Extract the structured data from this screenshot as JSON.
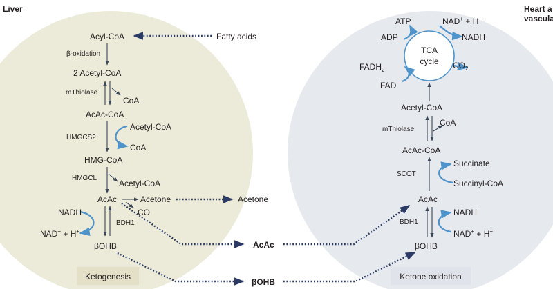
{
  "regions": {
    "liver": "Liver",
    "heart": "Heart a",
    "heart_line2": "vascula"
  },
  "boxes": {
    "ketogenesis": "Ketogenesis",
    "ketone_oxidation": "Ketone oxidation"
  },
  "liver": {
    "acyl_coa": "Acyl-CoA",
    "fatty_acids": "Fatty acids",
    "beta_oxidation": "β-oxidation",
    "acetyl_coa_2": "2 Acetyl-CoA",
    "mthiolase": "mThiolase",
    "coa_1": "CoA",
    "acac_coa": "AcAc-CoA",
    "hmgcs2": "HMGCS2",
    "acetyl_coa_in": "Acetyl-CoA",
    "coa_2": "CoA",
    "hmg_coa": "HMG-CoA",
    "hmgcl": "HMGCL",
    "acetyl_coa_out": "Acetyl-CoA",
    "acac": "AcAc",
    "acetone": "Acetone",
    "acetone_out": "Acetone",
    "co": "CO",
    "nadh": "NADH",
    "nad": "NAD",
    "nad_sup": "+",
    "nad_rest": " + H",
    "h_sup": "+",
    "bdh1": "BDH1",
    "bohb": "βOHB"
  },
  "transport": {
    "acac": "AcAc",
    "bohb": "βOHB"
  },
  "heart": {
    "atp": "ATP",
    "adp": "ADP",
    "nad": "NAD",
    "nad_sup": "+",
    "nad_rest": " + H",
    "h_sup": "+",
    "nadh": "NADH",
    "tca_1": "TCA",
    "tca_2": "cycle",
    "fadh": "FADH",
    "fadh_sub": "2",
    "co": "CO",
    "co_sub": "2",
    "fad": "FAD",
    "acetyl_coa": "Acetyl-CoA",
    "mthiolase": "mThiolase",
    "coa": "CoA",
    "acac_coa": "AcAc-CoA",
    "scot": "SCOT",
    "succinate": "Succinate",
    "succinyl_coa": "Succinyl-CoA",
    "acac": "AcAc",
    "bdh1": "BDH1",
    "nad2": "NAD",
    "nad2_sup": "+",
    "nad2_rest": " + H",
    "h2_sup": "+",
    "bohb": "βOHB"
  },
  "colors": {
    "liver_bg": "#ecead8",
    "heart_bg": "#e6e9ee",
    "box_bg": "#e4e0c8",
    "arrow": "#3a4556",
    "blue": "#4e93c9",
    "dot": "#2a3a64"
  }
}
